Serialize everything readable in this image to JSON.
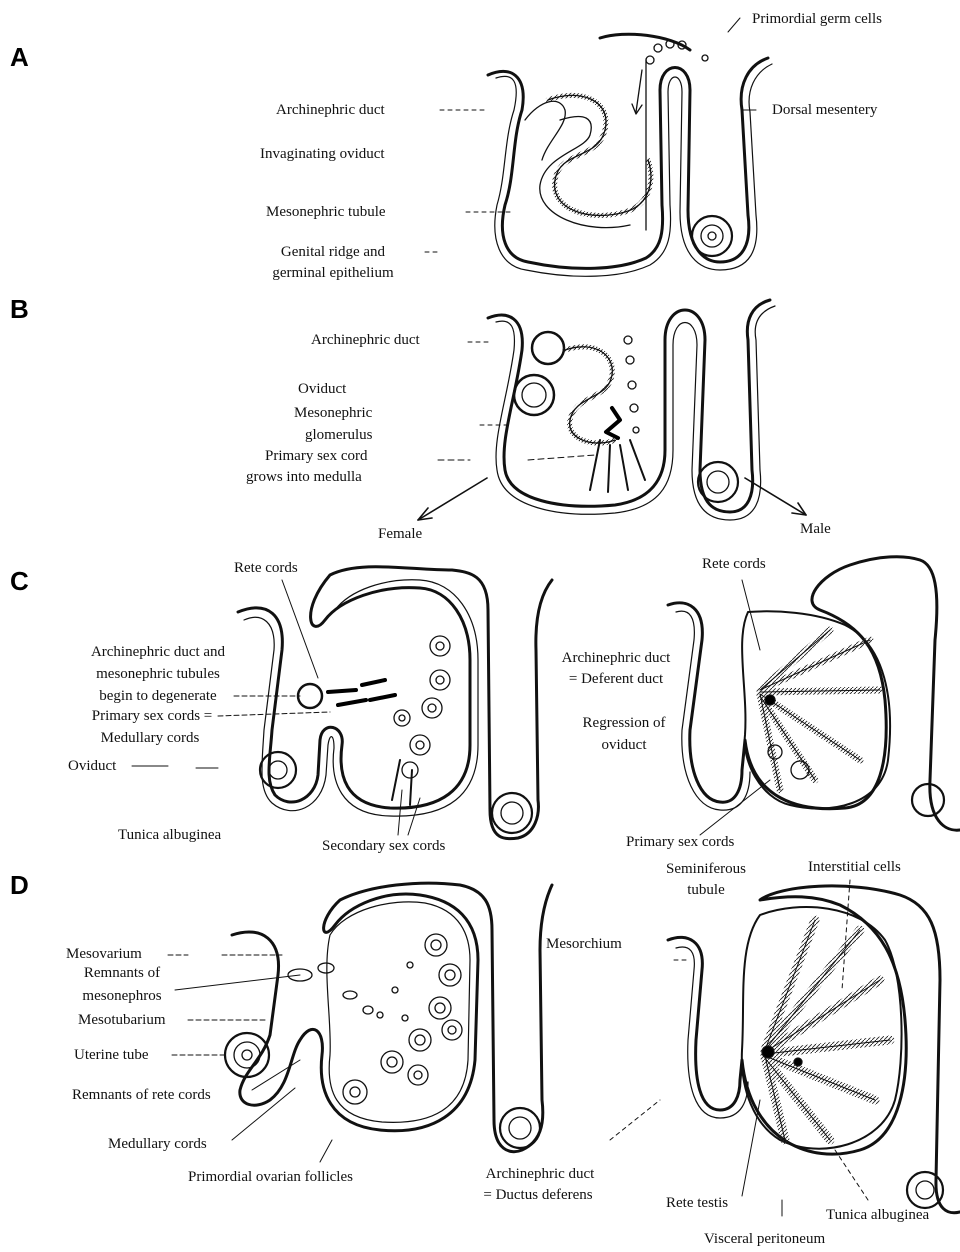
{
  "panels": {
    "A": "A",
    "B": "B",
    "C": "C",
    "D": "D"
  },
  "labels": {
    "a": {
      "primordial_germ_cells": "Primordial germ cells",
      "archinephric_duct": "Archinephric duct",
      "dorsal_mesentery": "Dorsal mesentery",
      "invaginating_oviduct": "Invaginating oviduct",
      "mesonephric_tubule": "Mesonephric tubule",
      "genital_ridge_1": "Genital ridge and",
      "genital_ridge_2": "germinal epithelium"
    },
    "b": {
      "archinephric_duct": "Archinephric duct",
      "oviduct": "Oviduct",
      "mesonephric_glomerulus_1": "Mesonephric",
      "mesonephric_glomerulus_2": "glomerulus",
      "primary_sex_cord_1": "Primary sex cord",
      "primary_sex_cord_2": "grows into medulla",
      "female": "Female",
      "male": "Male"
    },
    "c_left": {
      "rete_cords": "Rete cords",
      "archinephric_degenerate_1": "Archinephric duct and",
      "archinephric_degenerate_2": "mesonephric tubules",
      "archinephric_degenerate_3": "begin to degenerate",
      "primary_sex_cords_1": "Primary sex cords =",
      "primary_sex_cords_2": "Medullary cords",
      "oviduct": "Oviduct",
      "tunica_albuginea": "Tunica albuginea",
      "secondary_sex_cords": "Secondary sex cords"
    },
    "c_right": {
      "rete_cords": "Rete cords",
      "archinephric_deferent_1": "Archinephric duct",
      "archinephric_deferent_2": "= Deferent duct",
      "regression_oviduct_1": "Regression of",
      "regression_oviduct_2": "oviduct",
      "primary_sex_cords": "Primary sex cords"
    },
    "d_left": {
      "mesovarium": "Mesovarium",
      "remnants_mesonephros_1": "Remnants of",
      "remnants_mesonephros_2": "mesonephros",
      "mesotubarium": "Mesotubarium",
      "uterine_tube": "Uterine tube",
      "remnants_rete_cords": "Remnants of rete cords",
      "medullary_cords": "Medullary cords",
      "primordial_follicles": "Primordial ovarian follicles",
      "archinephric_ductus_1": "Archinephric duct",
      "archinephric_ductus_2": "= Ductus deferens"
    },
    "d_right": {
      "mesorchium": "Mesorchium",
      "seminiferous_1": "Seminiferous",
      "seminiferous_2": "tubule",
      "interstitial_cells": "Interstitial cells",
      "rete_testis": "Rete testis",
      "tunica_albuginea": "Tunica albuginea",
      "visceral_peritoneum": "Visceral peritoneum"
    }
  }
}
